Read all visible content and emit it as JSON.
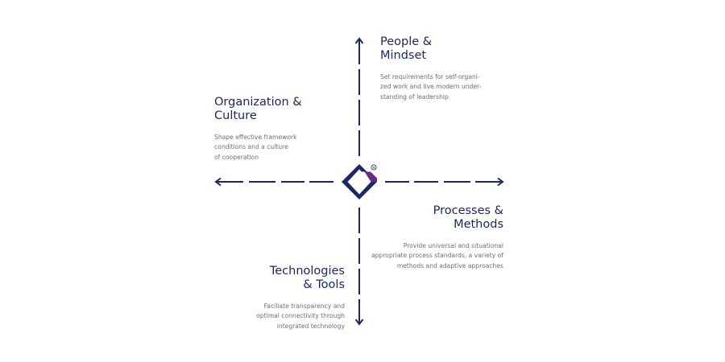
{
  "colors": {
    "navy": "#1e2860",
    "purple": "#6b2a80",
    "gray_text": "#6b6f7a"
  },
  "logo": {
    "registered_mark": "®"
  },
  "quadrants": {
    "people": {
      "title_lines": [
        "People &",
        "Mindset"
      ],
      "desc_lines": [
        "Set requirements for self-organi-",
        "zed work and live modern under-",
        "standing of leadership"
      ]
    },
    "organization": {
      "title_lines": [
        "Organization &",
        "Culture"
      ],
      "desc_lines": [
        "Shape effective framework",
        "conditions and a culture",
        "of cooperation"
      ]
    },
    "processes": {
      "title_lines": [
        "Processes &",
        "Methods"
      ],
      "desc_lines": [
        "Provide universal and situational",
        "appropriate process standards, a variety of",
        "methods and adaptive approaches"
      ]
    },
    "technologies": {
      "title_lines": [
        "Technologies",
        "& Tools"
      ],
      "desc_lines": [
        "Faciliate transparency and",
        "optimal connectivity through",
        "integrated technology"
      ]
    }
  }
}
